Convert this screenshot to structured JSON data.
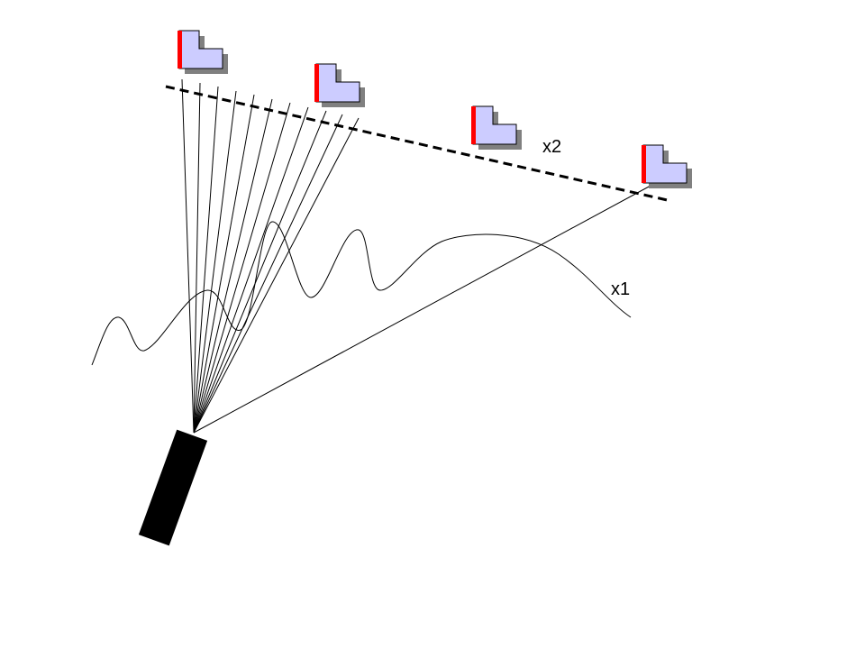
{
  "labels": {
    "x1": "x1",
    "x2": "x2"
  },
  "colors": {
    "background": "#ffffff",
    "ink": "#000000",
    "marker_fill": "#ccccff",
    "marker_accent": "#ff0000",
    "marker_shadow": "#808080"
  },
  "icons": {
    "marker": "l-shaped-landmark-icon",
    "sensor": "sensor-body"
  }
}
